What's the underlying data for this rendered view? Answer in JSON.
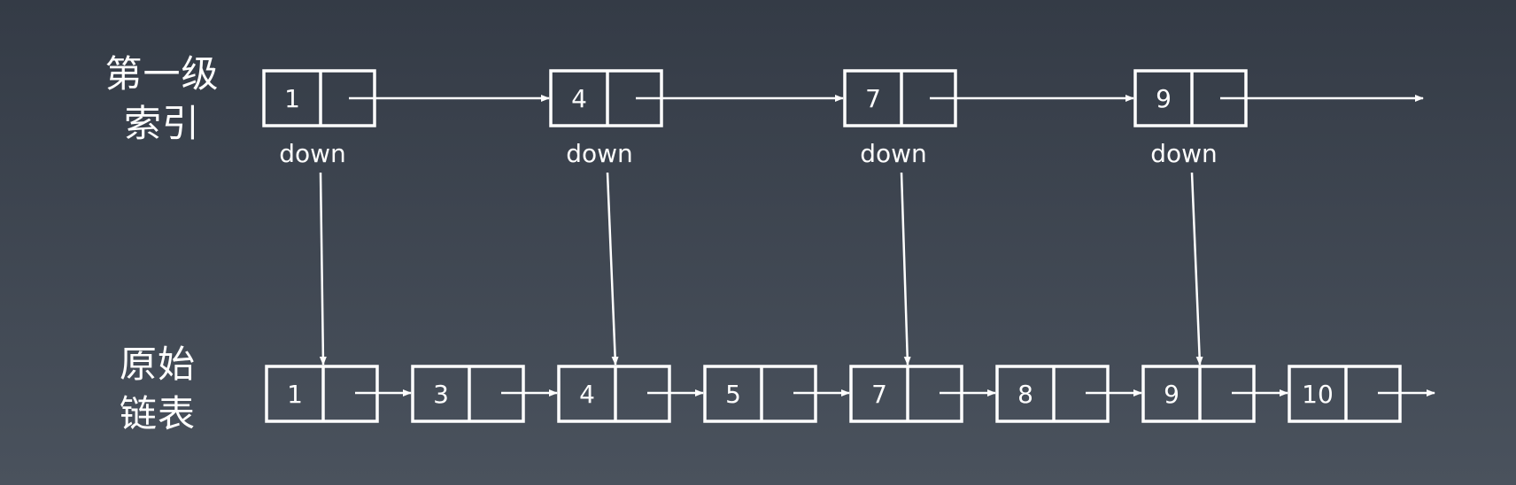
{
  "rows": {
    "index": {
      "label_line1": "第一级",
      "label_line2": "索引",
      "nodes": [
        "1",
        "4",
        "7",
        "9"
      ],
      "down_label": "down"
    },
    "original": {
      "label_line1": "原始",
      "label_line2": "链表",
      "nodes": [
        "1",
        "3",
        "4",
        "5",
        "7",
        "8",
        "9",
        "10"
      ]
    }
  },
  "colors": {
    "stroke": "#ffffff",
    "background_top": "#343b46",
    "background_bottom": "#4a525d"
  }
}
